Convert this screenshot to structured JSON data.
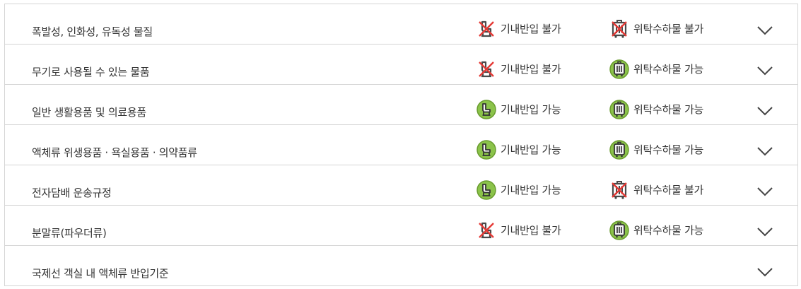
{
  "rows": [
    {
      "title": "폭발성, 인화성, 유독성 물질",
      "cabin_text": "기내반입 불가",
      "checked_text": "위탁수하물 불가",
      "cabin_ok": false,
      "checked_ok": false
    },
    {
      "title": "무기로 사용될 수 있는 물품",
      "cabin_text": "기내반입 불가",
      "checked_text": "위탁수하물 가능",
      "cabin_ok": false,
      "checked_ok": true
    },
    {
      "title": "일반 생활용품 및 의료용품",
      "cabin_text": "기내반입 가능",
      "checked_text": "위탁수하물 가능",
      "cabin_ok": true,
      "checked_ok": true
    },
    {
      "title": "액체류 위생용품 · 욕실용품 · 의약품류",
      "cabin_text": "기내반입 가능",
      "checked_text": "위탁수하물 가능",
      "cabin_ok": true,
      "checked_ok": true
    },
    {
      "title": "전자담배 운송규정",
      "cabin_text": "기내반입 가능",
      "checked_text": "위탁수하물 불가",
      "cabin_ok": true,
      "checked_ok": false
    },
    {
      "title": "분말류(파우더류)",
      "cabin_text": "기내반입 불가",
      "checked_text": "위탁수하물 가능",
      "cabin_ok": false,
      "checked_ok": true
    },
    {
      "title": "국제선 객실 내 액체류 반입기준"
    }
  ],
  "colors": {
    "allowed_fill": "#8bc34a",
    "allowed_ring": "#6a9c2f",
    "forbidden": "#e53935",
    "icon_dark": "#4a4a4a",
    "border": "#d5d5d5",
    "chevron": "#444444"
  },
  "icons": {
    "cabin": "seat-icon",
    "checked": "luggage-icon",
    "expand": "chevron-down-icon"
  }
}
